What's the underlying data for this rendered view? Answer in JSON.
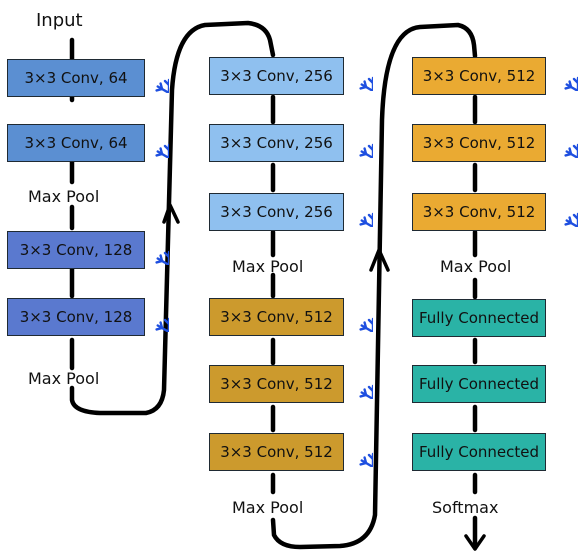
{
  "colors": {
    "conv64": "#5b8fd2",
    "conv128": "#5a79cf",
    "conv256": "#8fc0ef",
    "conv512_mid": "#cc9a2d",
    "conv512_right": "#eaaa32",
    "fc": "#2ab3a6",
    "snowflake": "#1e4fe0",
    "line": "#000000"
  },
  "labels": {
    "input": "Input",
    "maxpool": "Max Pool",
    "softmax": "Softmax"
  },
  "column1": {
    "blocks": [
      "3×3 Conv, 64",
      "3×3 Conv, 64",
      "3×3 Conv, 128",
      "3×3 Conv, 128"
    ]
  },
  "column2": {
    "blocks": [
      "3×3 Conv, 256",
      "3×3 Conv, 256",
      "3×3 Conv, 256",
      "3×3 Conv, 512",
      "3×3 Conv, 512",
      "3×3 Conv, 512"
    ]
  },
  "column3": {
    "blocks": [
      "3×3 Conv, 512",
      "3×3 Conv, 512",
      "3×3 Conv, 512",
      "Fully Connected",
      "Fully Connected",
      "Fully Connected"
    ]
  },
  "icons": {
    "frozen": "snowflake-icon"
  }
}
